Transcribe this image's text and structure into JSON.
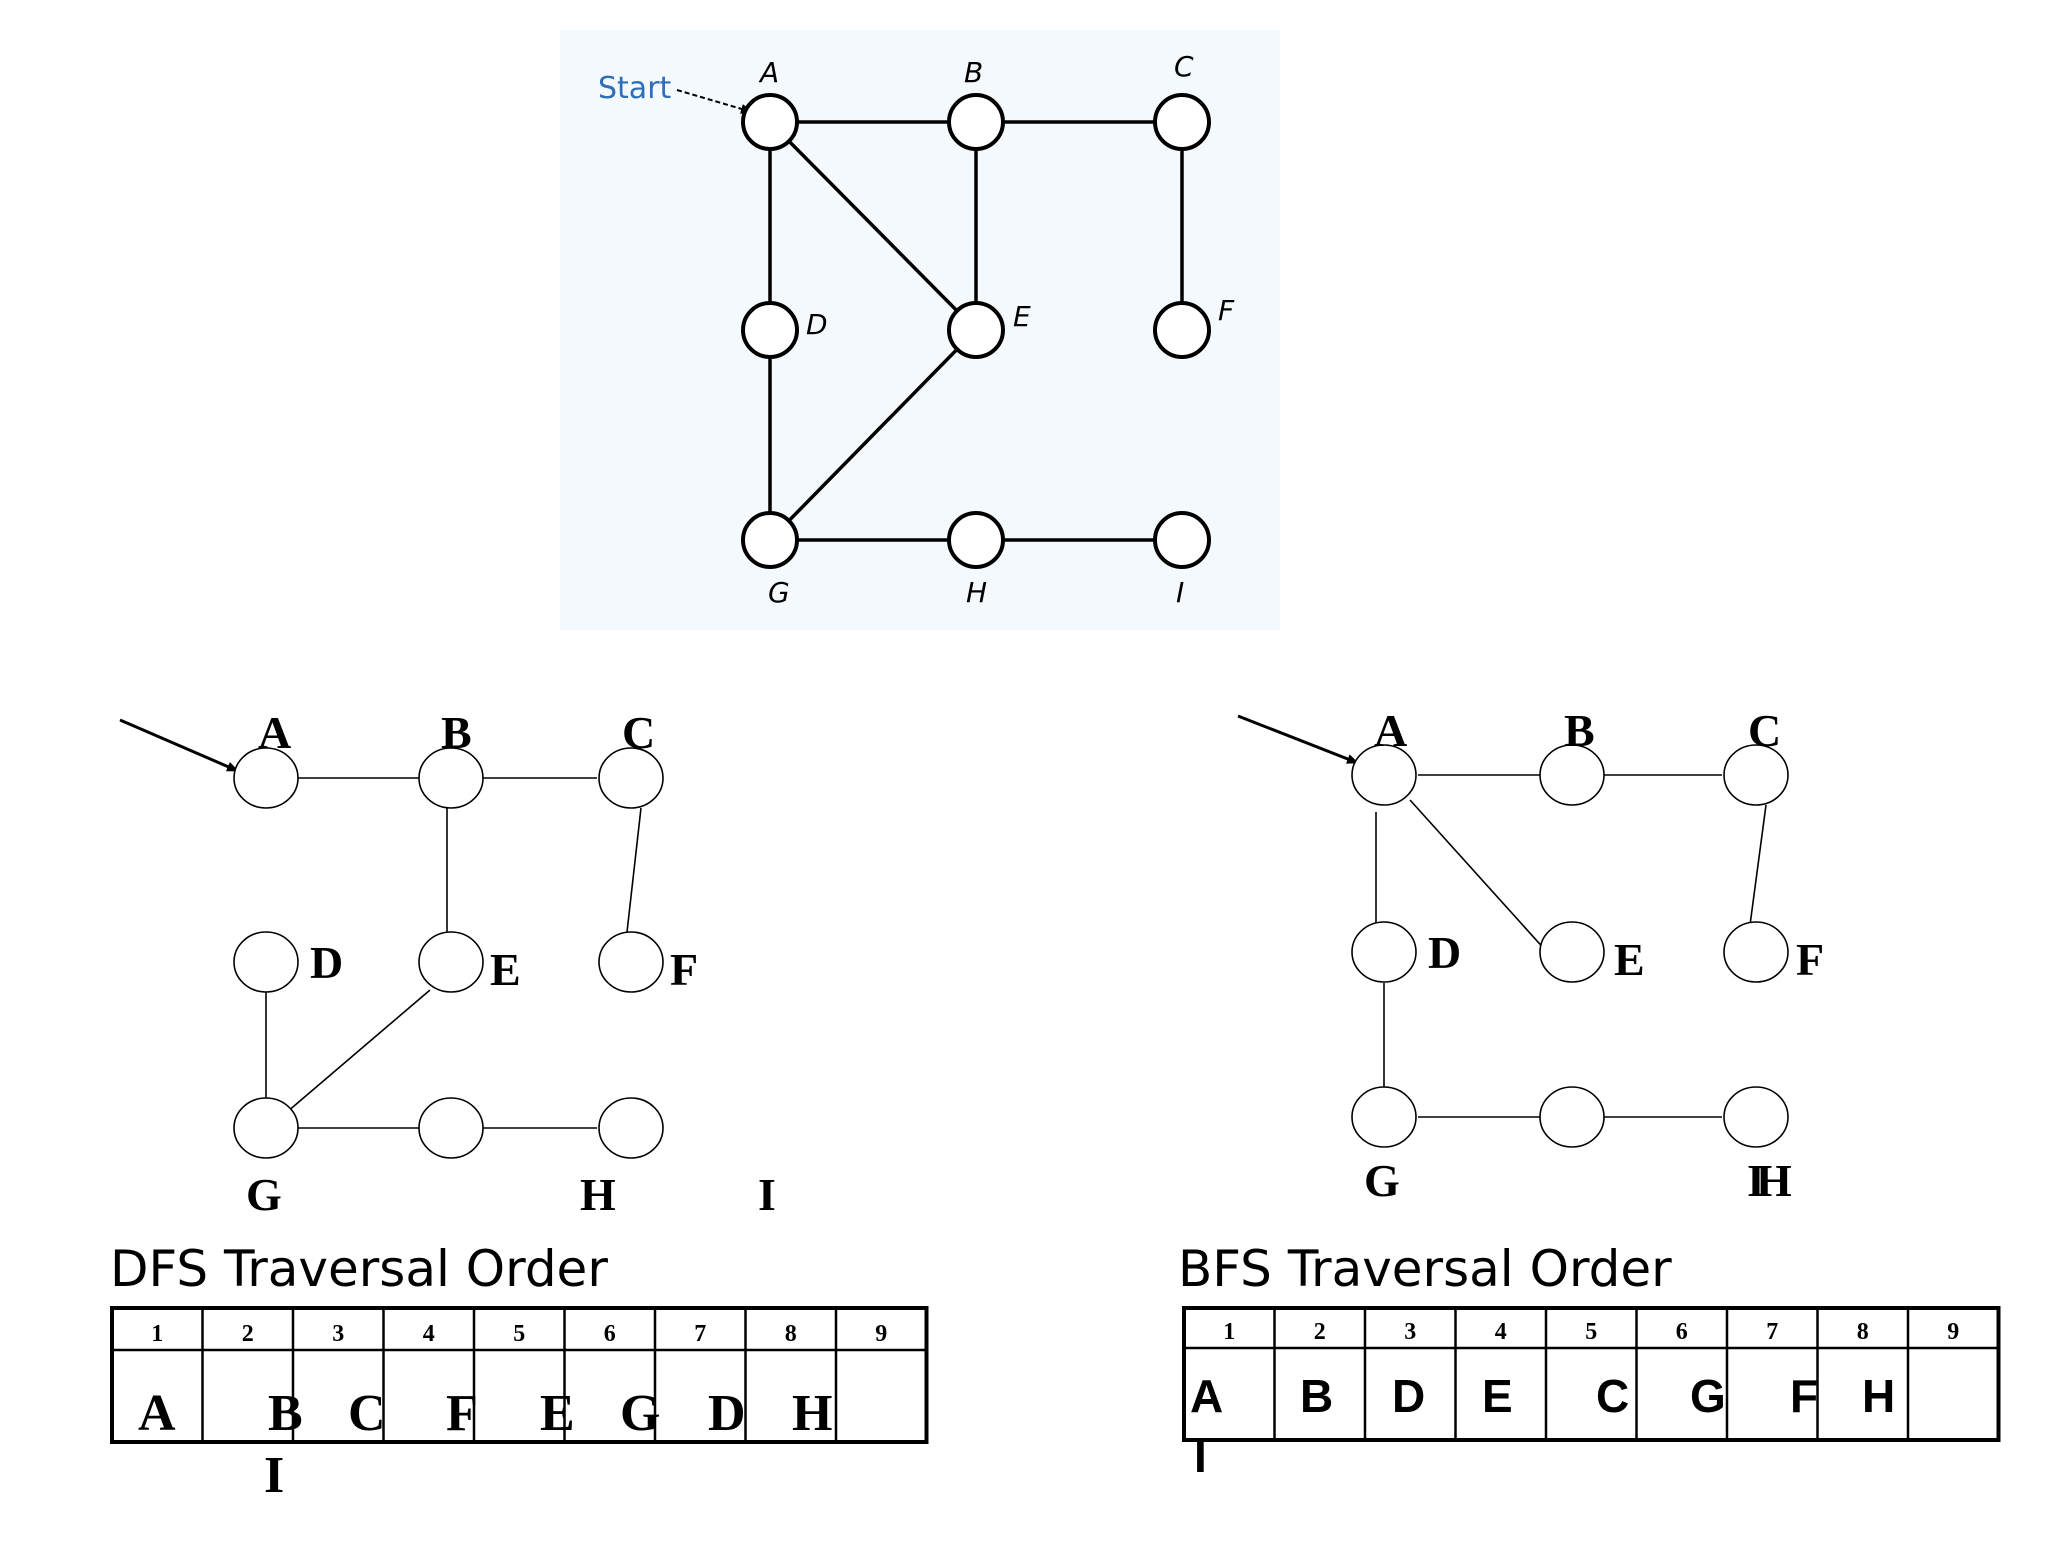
{
  "top_graph": {
    "start_label": "Start",
    "colors": {
      "start": "#2e6fb7",
      "background": "#f3f9fc"
    },
    "node_labels": {
      "A": "A",
      "B": "B",
      "C": "C",
      "D": "D",
      "E": "E",
      "F": "F",
      "G": "G",
      "H": "H",
      "I": "I"
    }
  },
  "dfs_graph": {
    "node_labels": {
      "A": "A",
      "B": "B",
      "C": "C",
      "D": "D",
      "E": "E",
      "F": "F",
      "G": "G",
      "H": "H",
      "I": "I"
    }
  },
  "bfs_graph": {
    "node_labels": {
      "A": "A",
      "B": "B",
      "C": "C",
      "D": "D",
      "E": "E",
      "F": "F",
      "G": "G",
      "H": "H",
      "I": "I"
    }
  },
  "dfs_table": {
    "title": "DFS Traversal Order",
    "positions": [
      "1",
      "2",
      "3",
      "4",
      "5",
      "6",
      "7",
      "8",
      "9"
    ],
    "order": [
      "A",
      "B",
      "C",
      "F",
      "E",
      "G",
      "D",
      "H",
      "I"
    ]
  },
  "bfs_table": {
    "title": "BFS Traversal Order",
    "positions": [
      "1",
      "2",
      "3",
      "4",
      "5",
      "6",
      "7",
      "8",
      "9"
    ],
    "order": [
      "A",
      "B",
      "D",
      "E",
      "C",
      "G",
      "F",
      "H",
      "I"
    ]
  }
}
